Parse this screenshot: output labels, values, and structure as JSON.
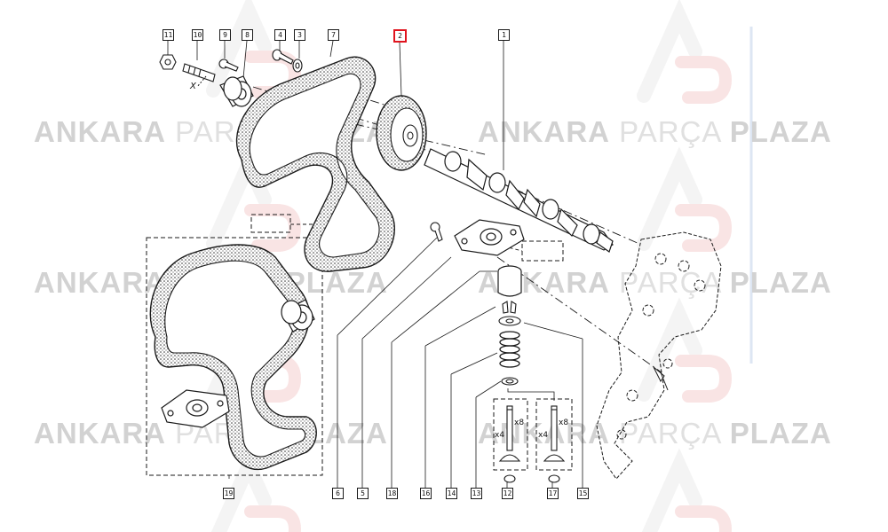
{
  "watermark": {
    "brand_bold_1": "ANKARA",
    "brand_light": "PARÇA",
    "brand_bold_2": "PLAZA"
  },
  "callouts": [
    {
      "id": "c11",
      "label": "11"
    },
    {
      "id": "c10",
      "label": "10"
    },
    {
      "id": "c9",
      "label": "9"
    },
    {
      "id": "c8",
      "label": "8"
    },
    {
      "id": "c4",
      "label": "4"
    },
    {
      "id": "c3",
      "label": "3"
    },
    {
      "id": "c7",
      "label": "7"
    },
    {
      "id": "c2",
      "label": "2"
    },
    {
      "id": "c1",
      "label": "1"
    },
    {
      "id": "c19",
      "label": "19"
    },
    {
      "id": "c6",
      "label": "6"
    },
    {
      "id": "c5",
      "label": "5"
    },
    {
      "id": "c18",
      "label": "18"
    },
    {
      "id": "c16",
      "label": "16"
    },
    {
      "id": "c14",
      "label": "14"
    },
    {
      "id": "c13",
      "label": "13"
    },
    {
      "id": "c12",
      "label": "12"
    },
    {
      "id": "c17",
      "label": "17"
    },
    {
      "id": "c15",
      "label": "15"
    }
  ],
  "highlight_callout": "2",
  "multipliers": {
    "x4_left": "x4",
    "x8_left": "x8",
    "x4_right": "x4",
    "x8_right": "x8"
  },
  "x_label": "X",
  "colors": {
    "highlight": "#e0141e",
    "line": "#1a1a1a",
    "watermark": "#d9d9d9"
  }
}
